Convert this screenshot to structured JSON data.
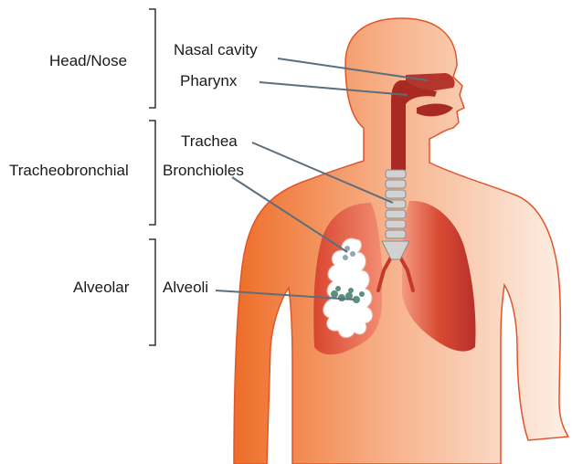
{
  "regions": {
    "head_nose": "Head/Nose",
    "tracheobronchial": "Tracheobronchial",
    "alveolar": "Alveolar"
  },
  "parts": {
    "nasal_cavity": "Nasal cavity",
    "pharynx": "Pharynx",
    "trachea": "Trachea",
    "bronchioles": "Bronchioles",
    "alveoli": "Alveoli"
  },
  "colors": {
    "skin_dark": "#f07a3a",
    "skin_light": "#fde9dc",
    "outline": "#e0552a",
    "lung": "#c43a2c",
    "airway": "#a92a22",
    "trachea_ring": "#c9c9c9",
    "leader_line": "#6a7a86",
    "alveoli_fill": "#5a8f7c"
  }
}
